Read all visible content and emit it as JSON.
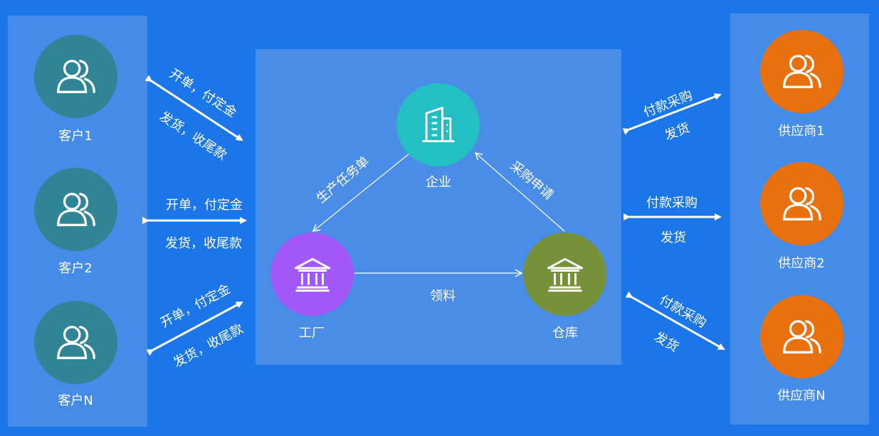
{
  "colors": {
    "background": "#1b76ea",
    "customer": "#2f8496",
    "supplier": "#e8710d",
    "enterprise": "#24bfc3",
    "factory": "#a158f6",
    "warehouse": "#76913a"
  },
  "customers": [
    {
      "label": "客户1",
      "icon": "users-icon"
    },
    {
      "label": "客户2",
      "icon": "users-icon"
    },
    {
      "label": "客户N",
      "icon": "users-icon"
    }
  ],
  "suppliers": [
    {
      "label": "供应商1",
      "icon": "users-icon"
    },
    {
      "label": "供应商2",
      "icon": "users-icon"
    },
    {
      "label": "供应商N",
      "icon": "users-icon"
    }
  ],
  "center": {
    "enterprise": {
      "label": "企业",
      "icon": "building-icon"
    },
    "factory": {
      "label": "工厂",
      "icon": "bank-icon"
    },
    "warehouse": {
      "label": "仓库",
      "icon": "bank-icon"
    }
  },
  "edges": {
    "customer_top": "开单，付定金",
    "customer_bottom": "发货，收尾款",
    "supplier_top": "付款采购",
    "supplier_bottom": "发货",
    "enterprise_factory": "生产任务单",
    "warehouse_enterprise": "采购申请",
    "factory_warehouse": "领料"
  }
}
